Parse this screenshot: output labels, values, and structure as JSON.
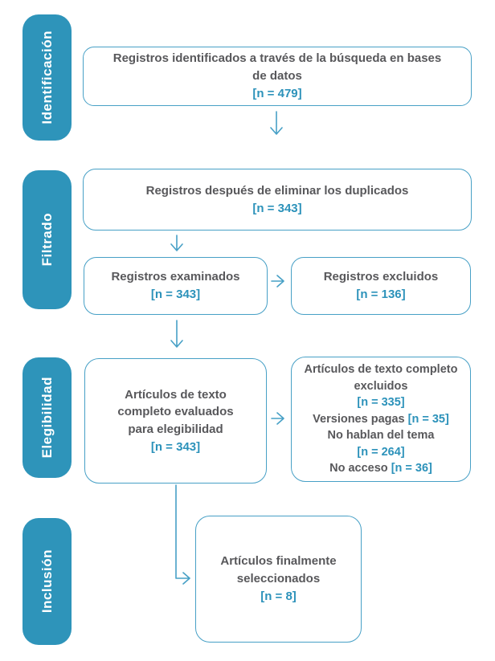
{
  "colors": {
    "accent": "#2e94ba",
    "border": "#47a0c6",
    "text_gray": "#58585b",
    "n_value": "#2c92ba",
    "stage_text": "#ffffff",
    "background": "#ffffff"
  },
  "stages": [
    {
      "label": "Identificación"
    },
    {
      "label": "Filtrado"
    },
    {
      "label": "Elegibilidad"
    },
    {
      "label": "Inclusión"
    }
  ],
  "boxes": {
    "identified": {
      "text": "Registros identificados a través de la búsqueda en bases de datos",
      "n": "[n = 479]"
    },
    "dedup": {
      "text": "Registros después de eliminar los duplicados",
      "n": "[n = 343]"
    },
    "screened": {
      "text": "Registros examinados",
      "n": "[n = 343]"
    },
    "excluded": {
      "text": "Registros excluidos",
      "n": "[n = 136]"
    },
    "fulltext": {
      "text": "Artículos de texto completo evaluados para elegibilidad",
      "n": "[n = 343]"
    },
    "fulltext_excluded": {
      "line1": "Artículos de texto completo excluidos",
      "n1": "[n = 335]",
      "line2": "Versiones pagas",
      "n2": "[n = 35]",
      "line3": "No hablan del tema",
      "n3": "[n = 264]",
      "line4": "No acceso",
      "n4": "[n = 36]"
    },
    "included": {
      "text": "Artículos finalmente seleccionados",
      "n": "[n = 8]"
    }
  }
}
